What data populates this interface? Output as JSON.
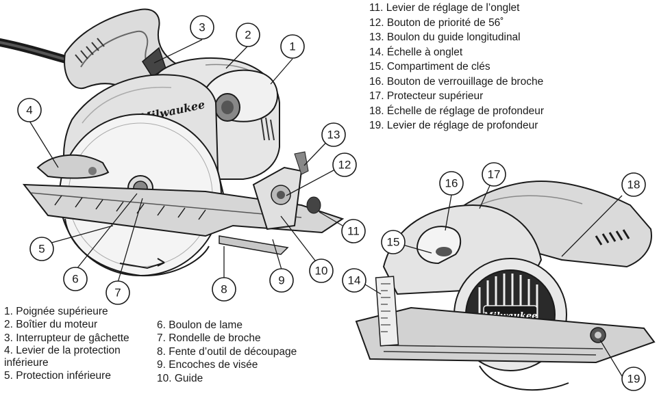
{
  "legend_top": [
    "11.  Levier de réglage de l’onglet",
    "12.  Bouton de priorité de 56˚",
    "13.  Boulon du guide longitudinal",
    "14.  Échelle à onglet",
    "15.  Compartiment de clés",
    "16.  Bouton de verrouillage de broche",
    "17.  Protecteur supérieur",
    "18.  Échelle de réglage de profondeur",
    "19.  Levier de réglage de profondeur"
  ],
  "legend_left": [
    "1. Poignée supérieure",
    "2. Boîtier du moteur",
    "3. Interrupteur de gâchette",
    "4. Levier de la protection\ninférieure",
    "5. Protection inférieure"
  ],
  "legend_mid": [
    "6. Boulon de lame",
    "7. Rondelle de broche",
    "8. Fente d’outil de découpage",
    "9. Encoches de visée",
    "10.  Guide"
  ],
  "callouts": [
    "1",
    "2",
    "3",
    "4",
    "5",
    "6",
    "7",
    "8",
    "9",
    "10",
    "11",
    "12",
    "13",
    "14",
    "15",
    "16",
    "17",
    "18",
    "19"
  ],
  "brand_text": "Milwaukee"
}
